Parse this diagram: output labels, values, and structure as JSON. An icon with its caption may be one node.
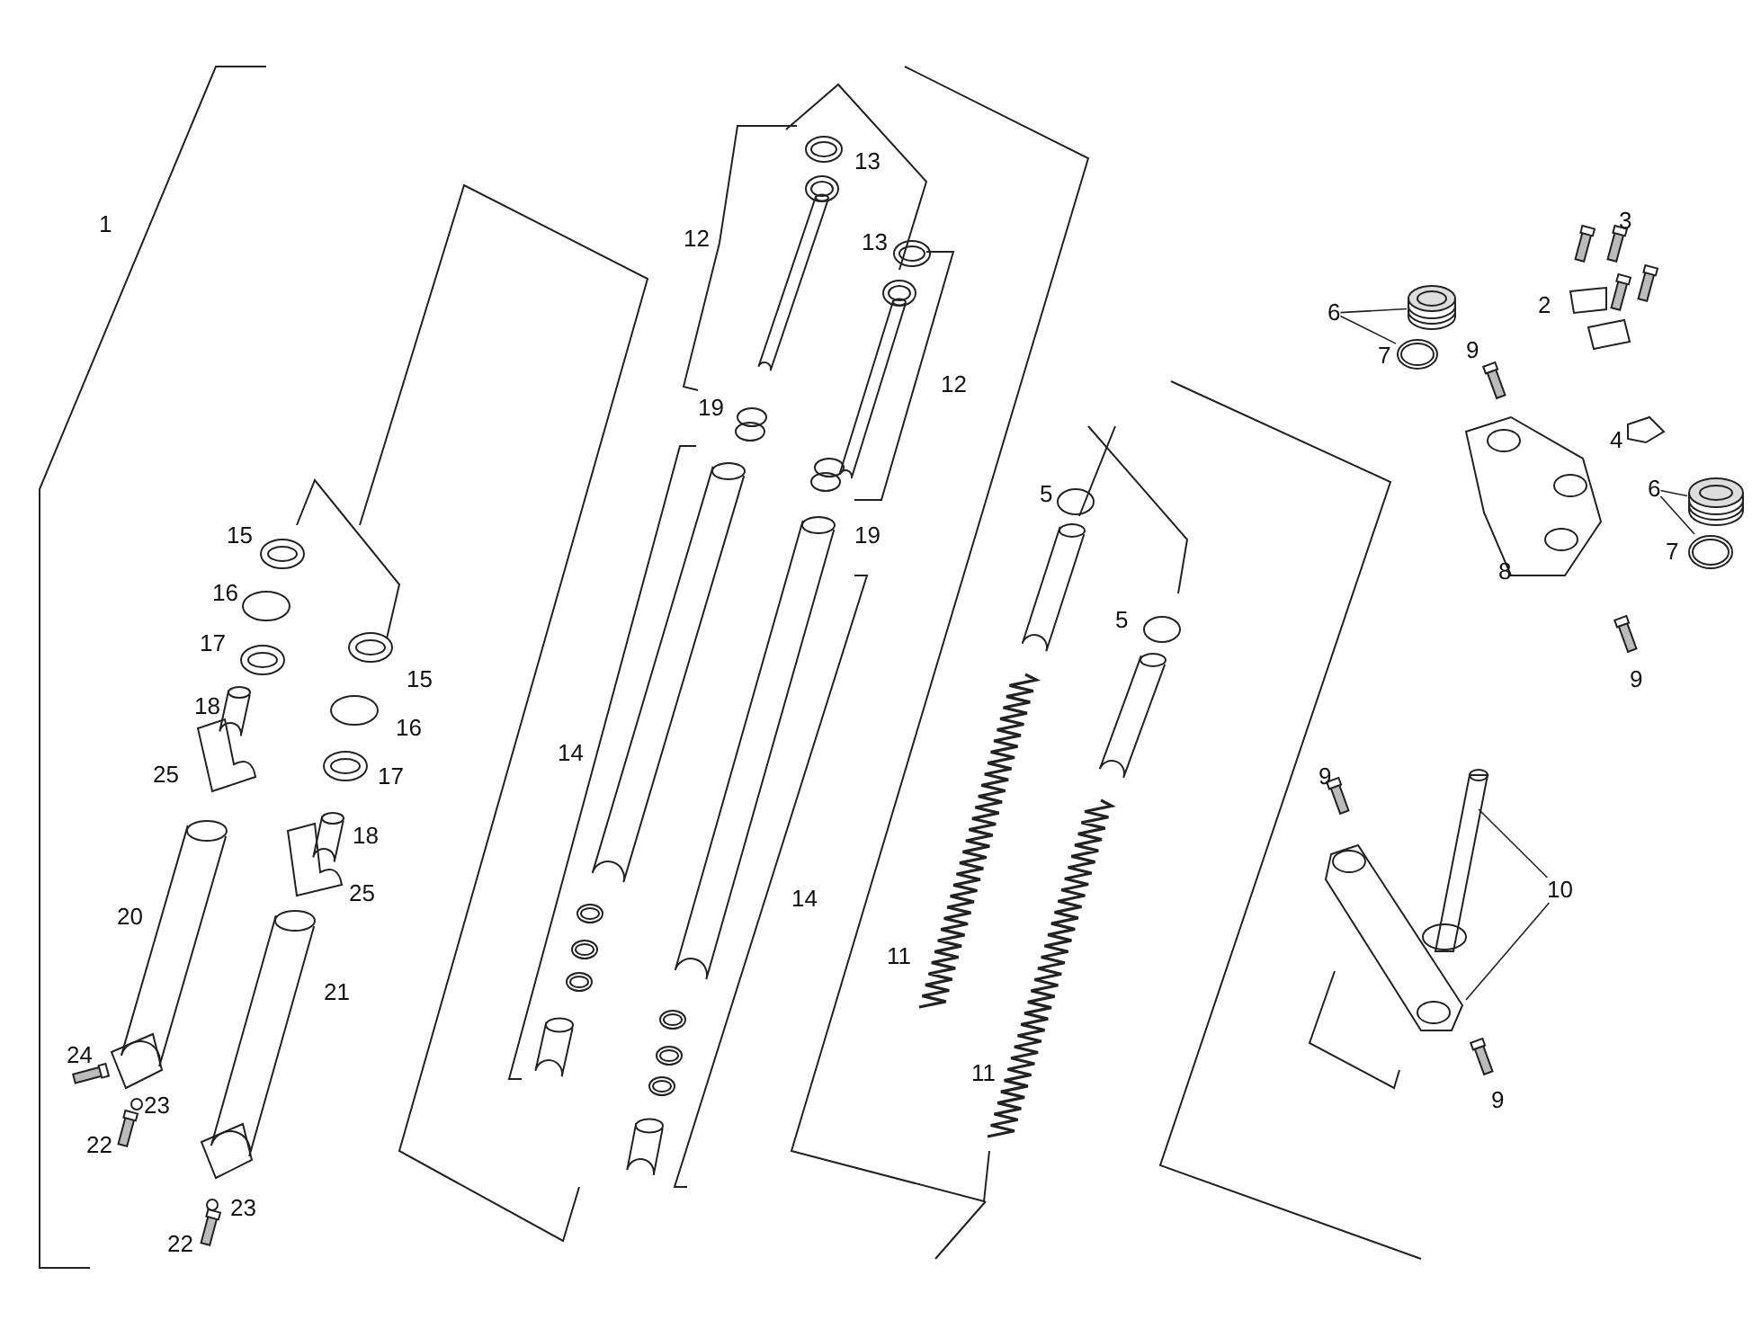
{
  "diagram": {
    "nodes": [
      {
        "text": [
          "6"
        ]
      },
      {
        "text": [],
        "shape": "picture"
      },
      {
        "text": [],
        "shape": "picture"
      },
      {
        "text": [
          "6"
        ]
      },
      {
        "text": [],
        "shape": "picture"
      },
      {
        "text": [],
        "shape": "picture"
      },
      {
        "text": [
          "10"
        ]
      },
      {
        "text": [],
        "shape": "picture"
      },
      {
        "text": [],
        "shape": "picture"
      }
    ],
    "edges": [
      {
        "from": 0,
        "to": 1,
        "arrow": "none"
      },
      {
        "from": 0,
        "to": 2,
        "arrow": "none"
      },
      {
        "from": 3,
        "to": 4,
        "arrow": "none"
      },
      {
        "from": 3,
        "to": 5,
        "arrow": "none"
      },
      {
        "from": 6,
        "to": 7,
        "arrow": "none"
      },
      {
        "from": 6,
        "to": 8,
        "arrow": "none"
      }
    ],
    "labels": [
      "13",
      "3",
      "1",
      "12",
      "13",
      "2",
      "7",
      "9",
      "12",
      "19",
      "4",
      "5",
      "7",
      "15",
      "19",
      "8",
      "16",
      "5",
      "17",
      "9",
      "15",
      "18",
      "16",
      "14",
      "25",
      "17",
      "9",
      "18",
      "25",
      "14",
      "20",
      "11",
      "21",
      "24",
      "11",
      "9",
      "23",
      "22",
      "23",
      "22"
    ]
  }
}
